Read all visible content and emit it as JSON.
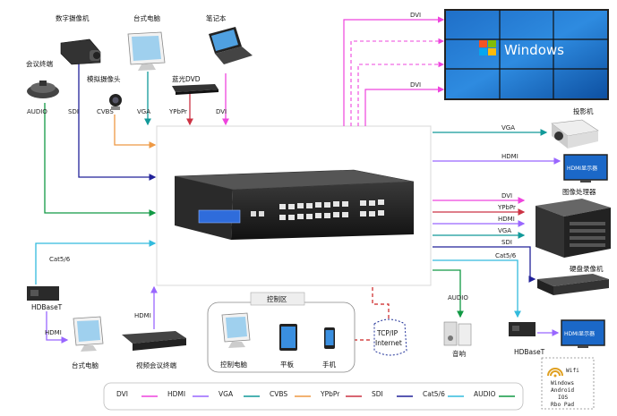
{
  "colors": {
    "DVI": "#ee44dd",
    "HDMI": "#9966ff",
    "VGA": "#119999",
    "CVBS": "#ee9944",
    "YPbPr": "#cc3344",
    "SDI": "#222299",
    "Cat56": "#33bbdd",
    "AUDIO": "#119944",
    "TCPIP": "#cc2222"
  },
  "devices": {
    "digital_camera": "数字摄像机",
    "desktop_pc_top": "台式电脑",
    "laptop": "笔记本",
    "conference_terminal": "会议终端",
    "analog_camera": "模拟摄像头",
    "bluray_dvd": "蓝光DVD",
    "projector": "投影机",
    "hdmi_display_top": "HDMI显示器",
    "image_processor": "图像处理器",
    "dvr": "硬盘录像机",
    "hdbaset_right": "HDBaseT",
    "hdmi_display_bottom": "HDMI显示器",
    "speaker": "音响",
    "hdbaset_left": "HDBaseT",
    "desktop_pc_bottom": "台式电脑",
    "video_conf_terminal": "视频会议终端",
    "control_pc": "控制电脑",
    "tablet": "平板",
    "phone": "手机"
  },
  "control_zone": "控制区",
  "network": {
    "line1": "TCP/IP",
    "line2": "Internet"
  },
  "windows_text": "Windows",
  "wifi_box": {
    "title": "Wifi",
    "lines": [
      "Windows",
      "Android",
      "IOS",
      "Rbo Pad"
    ]
  },
  "signal_labels": {
    "sdi_camera": "SDI",
    "vga_pc": "VGA",
    "ypbpr_dvd": "YPbPr",
    "dvi_laptop": "DVI",
    "audio_conf": "AUDIO",
    "cvbs_cam": "CVBS",
    "dvi_wall_1": "DVI",
    "dvi_wall_2": "DVI",
    "vga_projector": "VGA",
    "hdmi_display": "HDMI",
    "dvi_proc": "DVI",
    "ypbpr_proc": "YPbPr",
    "hdmi_proc": "HDMI",
    "vga_proc": "VGA",
    "sdi_dvr": "SDI",
    "cat_dvr": "Cat5/6",
    "audio_speaker": "AUDIO",
    "cat_left": "Cat5/6",
    "hdmi_left": "HDMI",
    "hdmi_vconf": "HDMI"
  },
  "legend": [
    {
      "label": "DVI",
      "color": "#ee44dd"
    },
    {
      "label": "HDMI",
      "color": "#9966ff"
    },
    {
      "label": "VGA",
      "color": "#119999"
    },
    {
      "label": "CVBS",
      "color": "#ee9944"
    },
    {
      "label": "YPbPr",
      "color": "#cc3344"
    },
    {
      "label": "SDI",
      "color": "#222299"
    },
    {
      "label": "Cat5/6",
      "color": "#33bbdd"
    },
    {
      "label": "AUDIO",
      "color": "#119944"
    }
  ]
}
